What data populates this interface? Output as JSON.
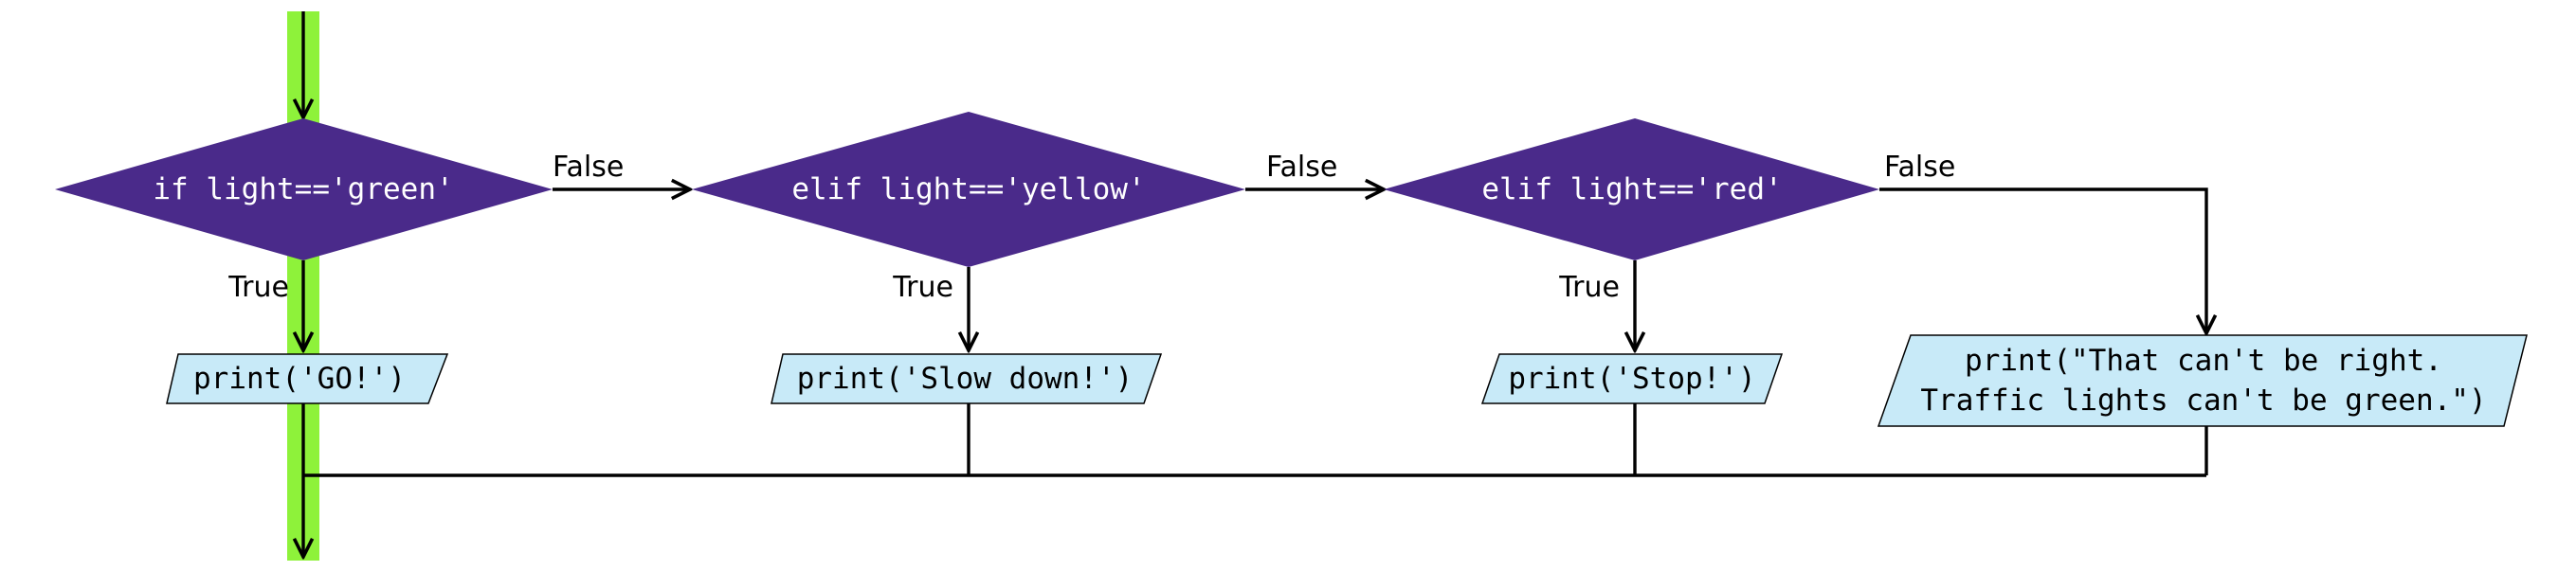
{
  "colors": {
    "decision_fill": "#4a2a8a",
    "output_fill": "#c8eaf8",
    "highlight": "#8ef23a",
    "stroke": "#000000"
  },
  "decisions": [
    {
      "id": "d1",
      "text": "if light=='green'"
    },
    {
      "id": "d2",
      "text": "elif light=='yellow'"
    },
    {
      "id": "d3",
      "text": "elif light=='red'"
    }
  ],
  "outputs": [
    {
      "id": "o1",
      "lines": [
        "print('GO!')"
      ]
    },
    {
      "id": "o2",
      "lines": [
        "print('Slow down!')"
      ]
    },
    {
      "id": "o3",
      "lines": [
        "print('Stop!')"
      ]
    },
    {
      "id": "o4",
      "lines": [
        "print(\"That can't be right.",
        "Traffic lights can't be green.\")"
      ]
    }
  ],
  "edge_labels": {
    "false_1": "False",
    "false_2": "False",
    "false_3": "False",
    "true_1": "True",
    "true_2": "True",
    "true_3": "True"
  }
}
